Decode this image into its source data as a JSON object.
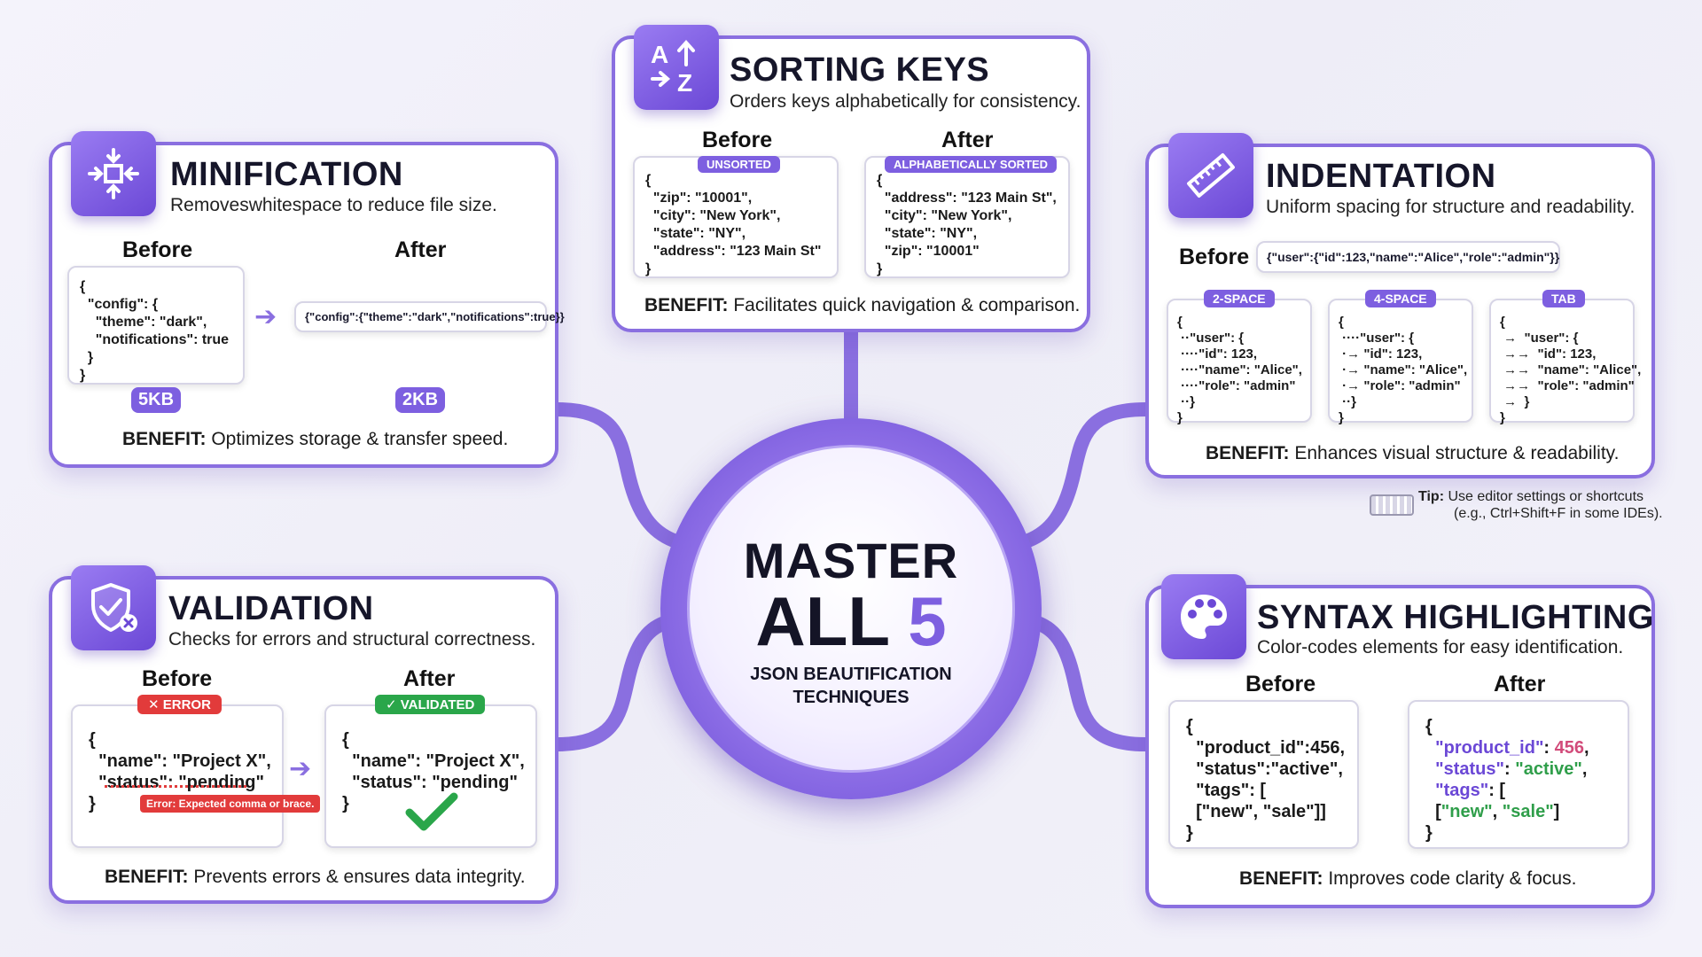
{
  "hub": {
    "line1": "MASTER",
    "line2a": "ALL",
    "line2b": "5",
    "line3": "JSON BEAUTIFICATION",
    "line4": "TECHNIQUES"
  },
  "colors": {
    "accent": "#7d5fe0",
    "border": "#8a6fe0",
    "error": "#e23b3b",
    "success": "#2aa64a"
  },
  "minification": {
    "icon": "compress-arrows-icon",
    "title": "MINIFICATION",
    "subtitle": "Removeswhitespace to reduce file size.",
    "before_label": "Before",
    "after_label": "After",
    "before_code": "{\n  \"config\": {\n    \"theme\": \"dark\",\n    \"notifications\": true\n  }\n}",
    "after_code": "{\"config\":{\"theme\":\"dark\",\"notifications\":true}}",
    "before_size": "5KB",
    "after_size": "2KB",
    "benefit_label": "BENEFIT:",
    "benefit_text": " Optimizes storage & transfer speed."
  },
  "sorting": {
    "icon": "sort-az-icon",
    "icon_text": "A↑\n→Z",
    "title": "SORTING KEYS",
    "subtitle": "Orders keys alphabetically for consistency.",
    "before_label": "Before",
    "after_label": "After",
    "before_tag": "UNSORTED",
    "after_tag": "ALPHABETICALLY SORTED",
    "before_code": "{\n  \"zip\": \"10001\",\n  \"city\": \"New York\",\n  \"state\": \"NY\",\n  \"address\": \"123 Main St\"\n}",
    "after_code": "{\n  \"address\": \"123 Main St\",\n  \"city\": \"New York\",\n  \"state\": \"NY\",\n  \"zip\": \"10001\"\n}",
    "benefit_label": "BENEFIT:",
    "benefit_text": " Facilitates quick navigation & comparison."
  },
  "indentation": {
    "icon": "ruler-icon",
    "title": "INDENTATION",
    "subtitle": "Uniform spacing for structure and readability.",
    "before_label": "Before",
    "before_code": "{\"user\":{\"id\":123,\"name\":\"Alice\",\"role\":\"admin\"}}",
    "variants": [
      {
        "tag": "2-SPACE",
        "code": "{\n ··\"user\": {\n ····\"id\": 123,\n ····\"name\": \"Alice\",\n ····\"role\": \"admin\"\n ··}\n}"
      },
      {
        "tag": "4-SPACE",
        "code": "{\n ····\"user\": {\n ·→ \"id\": 123,\n ·→ \"name\": \"Alice\",\n ·→ \"role\": \"admin\"\n ··}\n}"
      },
      {
        "tag": "TAB",
        "code": "{\n →  \"user\": {\n →→  \"id\": 123,\n →→  \"name\": \"Alice\",\n →→  \"role\": \"admin\"\n →  }\n}"
      }
    ],
    "benefit_label": "BENEFIT:",
    "benefit_text": " Enhances visual structure & readability."
  },
  "tip": {
    "icon": "keyboard-icon",
    "label": "Tip:",
    "line1": " Use editor settings or shortcuts",
    "line2": "(e.g., Ctrl+Shift+F in some IDEs)."
  },
  "validation": {
    "icon": "shield-check-icon",
    "title": "VALIDATION",
    "subtitle": "Checks for errors and structural correctness.",
    "before_label": "Before",
    "after_label": "After",
    "error_tag": "✕ ERROR",
    "valid_tag": "✓ VALIDATED",
    "before_code": "{\n  \"name\": \"Project X\",\n  \"status\": \"pending\"\n}",
    "after_code": "{\n  \"name\": \"Project X\",\n  \"status\": \"pending\"\n}",
    "error_msg": "Error: Expected comma or brace.",
    "benefit_label": "BENEFIT:",
    "benefit_text": " Prevents errors & ensures data integrity."
  },
  "syntax": {
    "icon": "palette-icon",
    "title": "SYNTAX HIGHLIGHTING",
    "subtitle": "Color-codes elements for easy identification.",
    "before_label": "Before",
    "after_label": "After",
    "before_code": "{\n  \"product_id\":456,\n  \"status\":\"active\",\n  \"tags\": [\n  [\"new\", \"sale\"]]\n}",
    "after_key1": "\"product_id\"",
    "after_val1": "456",
    "after_key2": "\"status\"",
    "after_val2": "\"active\"",
    "after_key3": "\"tags\"",
    "after_val3a": "\"new\"",
    "after_val3b": "\"sale\"",
    "benefit_label": "BENEFIT:",
    "benefit_text": " Improves code clarity & focus."
  }
}
